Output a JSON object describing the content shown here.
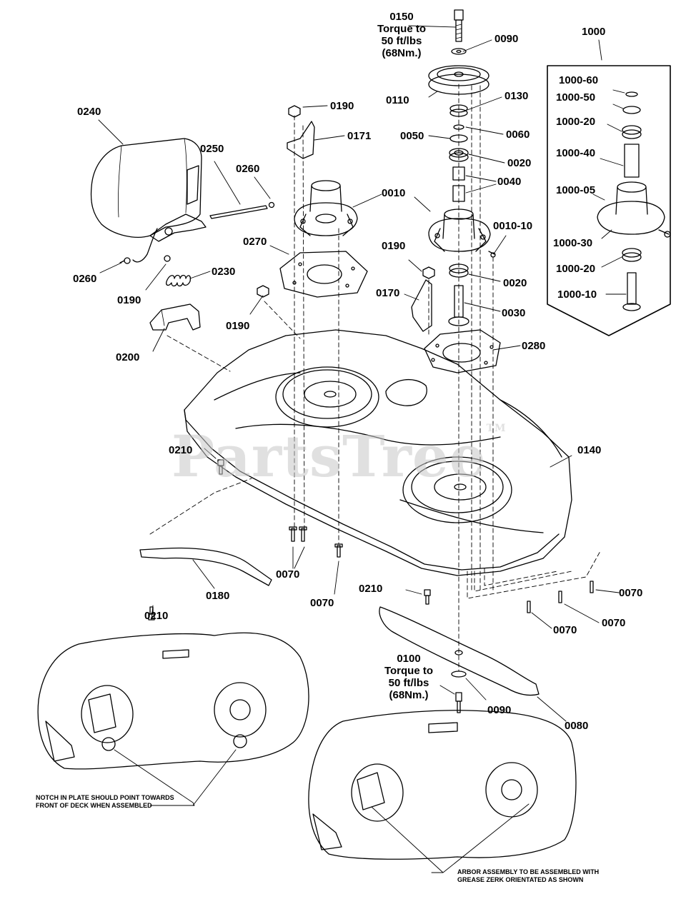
{
  "watermark": "PartsTree",
  "trademark": "TM",
  "labels": {
    "p0010": "0010",
    "p0010_10": "0010-10",
    "p0020a": "0020",
    "p0020b": "0020",
    "p0030": "0030",
    "p0040": "0040",
    "p0050": "0050",
    "p0060": "0060",
    "p0070a": "0070",
    "p0070b": "0070",
    "p0070c": "0070",
    "p0070d": "0070",
    "p0070e": "0070",
    "p0080": "0080",
    "p0090a": "0090",
    "p0090b": "0090",
    "p0110": "0110",
    "p0130": "0130",
    "p0140": "0140",
    "p0170": "0170",
    "p0171": "0171",
    "p0180": "0180",
    "p0190a": "0190",
    "p0190b": "0190",
    "p0190c": "0190",
    "p0190d": "0190",
    "p0200": "0200",
    "p0210a": "0210",
    "p0210b": "0210",
    "p0210c": "0210",
    "p0230": "0230",
    "p0240": "0240",
    "p0250": "0250",
    "p0260a": "0260",
    "p0260b": "0260",
    "p0270": "0270",
    "p0280": "0280",
    "p1000": "1000",
    "p1000_60": "1000-60",
    "p1000_50": "1000-50",
    "p1000_20a": "1000-20",
    "p1000_40": "1000-40",
    "p1000_05": "1000-05",
    "p1000_30": "1000-30",
    "p1000_20b": "1000-20",
    "p1000_10": "1000-10"
  },
  "torque_top": [
    "0150",
    "Torque to",
    "50 ft/lbs",
    "(68Nm.)"
  ],
  "torque_bottom": [
    "0100",
    "Torque to",
    "50 ft/lbs",
    "(68Nm.)"
  ],
  "notes": {
    "notch_line1": "NOTCH IN PLATE SHOULD POINT TOWARDS",
    "notch_line2": "FRONT OF DECK WHEN ASSEMBLED",
    "arbor_line1": "ARBOR ASSEMBLY TO BE ASSEMBLED WITH",
    "arbor_line2": "GREASE ZERK ORIENTATED AS SHOWN"
  },
  "colors": {
    "ink": "#000000",
    "watermark": "#c8c8c8",
    "paper": "#ffffff"
  }
}
